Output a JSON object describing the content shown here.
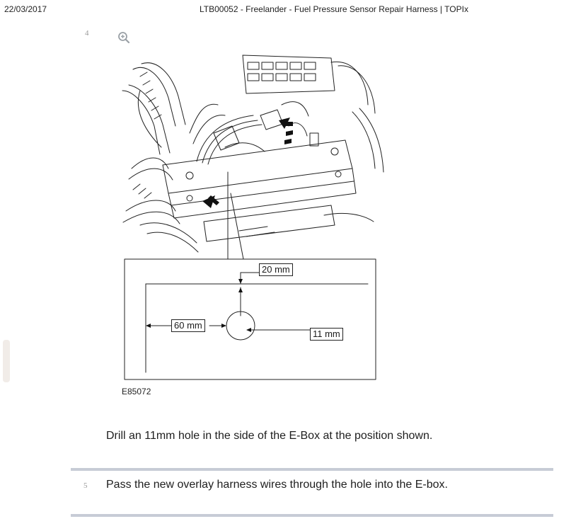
{
  "header": {
    "date": "22/03/2017",
    "title": "LTB00052 - Freelander - Fuel Pressure Sensor Repair Harness | TOPIx"
  },
  "steps": [
    {
      "number": "4",
      "text": "Drill an 11mm hole in the side of the E-Box at the position shown."
    },
    {
      "number": "5",
      "text": "Pass the new overlay harness wires through the hole into the E-box."
    }
  ],
  "figure": {
    "code": "E85072",
    "dimensions": {
      "top": "20 mm",
      "left": "60 mm",
      "hole": "11 mm"
    }
  },
  "icons": {
    "zoom": "zoom-in-icon"
  }
}
